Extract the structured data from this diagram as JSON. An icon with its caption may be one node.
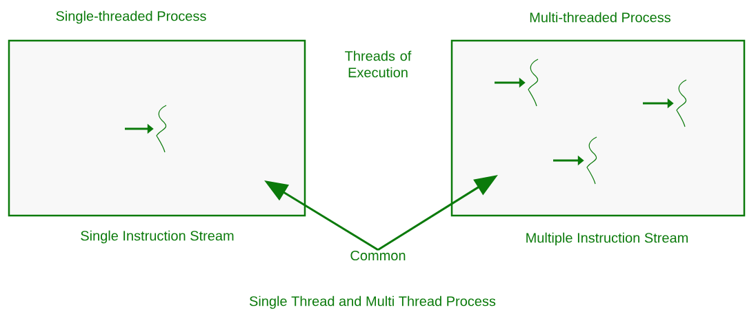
{
  "diagram": {
    "caption": "Single Thread and Multi Thread Process",
    "nodes": [
      {
        "text": [
          "Single-threaded Process"
        ],
        "beside": [
          "Single Instruction Stream"
        ]
      },
      {
        "text": [],
        "shape": "picture",
        "in": 0
      },
      {
        "text": [
          "Multi-threaded Process"
        ],
        "beside": [
          "Multiple Instruction Stream"
        ]
      },
      {
        "text": [],
        "shape": "picture",
        "in": 2
      },
      {
        "text": [],
        "shape": "picture",
        "in": 2
      },
      {
        "text": [],
        "shape": "picture",
        "in": 2
      },
      {
        "text": [
          "Common"
        ]
      }
    ],
    "edges": [
      {
        "from": null,
        "to": 1,
        "arrow": "to"
      },
      {
        "from": null,
        "to": 3,
        "arrow": "to"
      },
      {
        "from": null,
        "to": 4,
        "arrow": "to"
      },
      {
        "from": null,
        "to": 5,
        "arrow": "to"
      },
      {
        "from": 6,
        "to": 0,
        "arrow": "to"
      },
      {
        "from": 6,
        "to": 2,
        "arrow": "to"
      }
    ],
    "labels": [
      "Threads of Execution"
    ]
  }
}
